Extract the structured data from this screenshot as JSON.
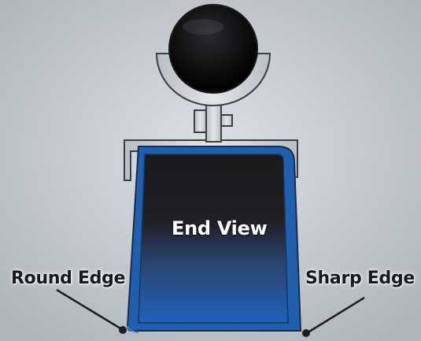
{
  "labels": {
    "round_edge": "Round Edge",
    "end_view": "End View",
    "sharp_edge": "Sharp Edge"
  },
  "icons": [
    "knob-icon",
    "mount-bracket-icon",
    "pad-icon"
  ],
  "colors": {
    "background": "#c9ced5",
    "bracket": "#cfd3d8",
    "outline": "#3a3f46",
    "knob": "#0a0a0c",
    "pad_blue": "#1f5fae",
    "pad_inner_dark": "#1b1b1e",
    "label_text": "#151a21",
    "end_view_text": "#ffffff"
  }
}
